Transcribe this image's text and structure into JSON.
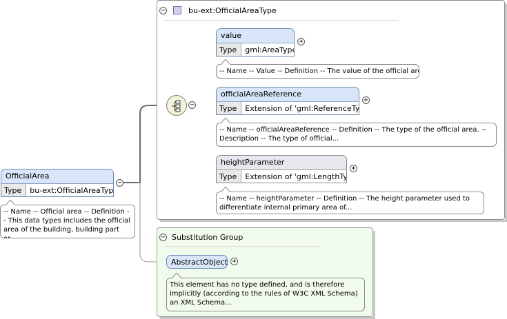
{
  "root": {
    "name": "OfficialArea",
    "type_label": "Type",
    "type_value": "bu-ext:OfficialAreaType",
    "note": "-- Name -- Official area -- Definition -- This data types includes the official area of the building, building part or..."
  },
  "type_group": {
    "title": "bu-ext:OfficialAreaType",
    "elements": [
      {
        "name": "value",
        "type_label": "Type",
        "type_value": "gml:AreaType",
        "note": "-- Name -- Value -- Definition -- The value of the official area."
      },
      {
        "name": "officialAreaReference",
        "type_label": "Type",
        "type_value": "Extension of 'gml:ReferenceType'",
        "note": "-- Name -- officialAreaReference -- Definition -- The type of the official area. -- Description -- The type of official..."
      },
      {
        "name": "heightParameter",
        "type_label": "Type",
        "type_value": "Extension of 'gml:LengthType'",
        "note": "-- Name -- heightParameter -- Definition -- The height parameter used to differentiate internal primary area of..."
      }
    ]
  },
  "substitution_group": {
    "title": "Substitution Group",
    "element": "AbstractObject",
    "note": "This element has no type defined, and is therefore implicitly (according to the rules of W3C XML Schema) an XML Schema..."
  },
  "icons": {
    "collapse": "−",
    "expand": "+"
  }
}
